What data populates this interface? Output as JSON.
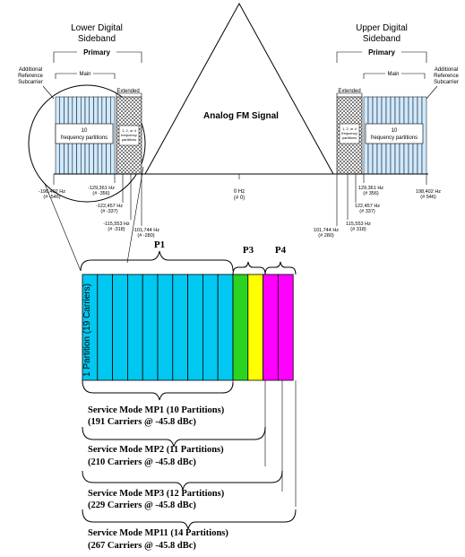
{
  "spectrum": {
    "lower_sideband": {
      "title_line1": "Lower Digital",
      "title_line2": "Sideband"
    },
    "upper_sideband": {
      "title_line1": "Upper Digital",
      "title_line2": "Sideband"
    },
    "primary_label": "Primary",
    "main_label": "Main",
    "extended_label": "Extended",
    "additional_ref_line1": "Additional",
    "additional_ref_line2": "Reference",
    "additional_ref_line3": "Subcarrier",
    "partitions_box_line1": "10",
    "partitions_box_line2": "frequency partitions",
    "ext_box_line1": "1, 2, or 4",
    "ext_box_line2": "frequency",
    "ext_box_line3": "partitions",
    "analog_label": "Analog FM Signal",
    "center_freq": "0 Hz",
    "center_idx": "(# 0)",
    "lower_freqs": [
      {
        "hz": "-198,402 Hz",
        "idx": "(# -546)"
      },
      {
        "hz": "-129,361 Hz",
        "idx": "(# -356)"
      },
      {
        "hz": "-122,457 Hz",
        "idx": "(# -337)"
      },
      {
        "hz": "-115,553 Hz",
        "idx": "(# -318)"
      },
      {
        "hz": "-101,744 Hz",
        "idx": "(# -280)"
      }
    ],
    "upper_freqs": [
      {
        "hz": "129,361 Hz",
        "idx": "(# 356)"
      },
      {
        "hz": "122,457 Hz",
        "idx": "(# 337)"
      },
      {
        "hz": "115,553 Hz",
        "idx": "(# 318)"
      },
      {
        "hz": "101,744 Hz",
        "idx": "(# 280)"
      },
      {
        "hz": "198,402 Hz",
        "idx": "(# 546)"
      }
    ]
  },
  "partition_detail": {
    "p1_label": "P1",
    "p3_label": "P3",
    "p4_label": "P4",
    "partition_rotated_label": "1 Partition  (19 Carriers)",
    "colors": {
      "cyan": "#00c8f0",
      "green": "#2ad420",
      "yellow": "#ffff00",
      "magenta": "#ff00ff"
    }
  },
  "service_modes": [
    {
      "line1": "Service Mode MP1 (10 Partitions)",
      "line2": "(191 Carriers @ -45.8 dBc)"
    },
    {
      "line1": "Service Mode MP2 (11 Partitions)",
      "line2": "(210 Carriers @ -45.8 dBc)"
    },
    {
      "line1": "Service Mode MP3 (12 Partitions)",
      "line2": "(229 Carriers @ -45.8 dBc)"
    },
    {
      "line1": "Service Mode MP11 (14 Partitions)",
      "line2": "(267 Carriers @ -45.8 dBc)"
    }
  ]
}
